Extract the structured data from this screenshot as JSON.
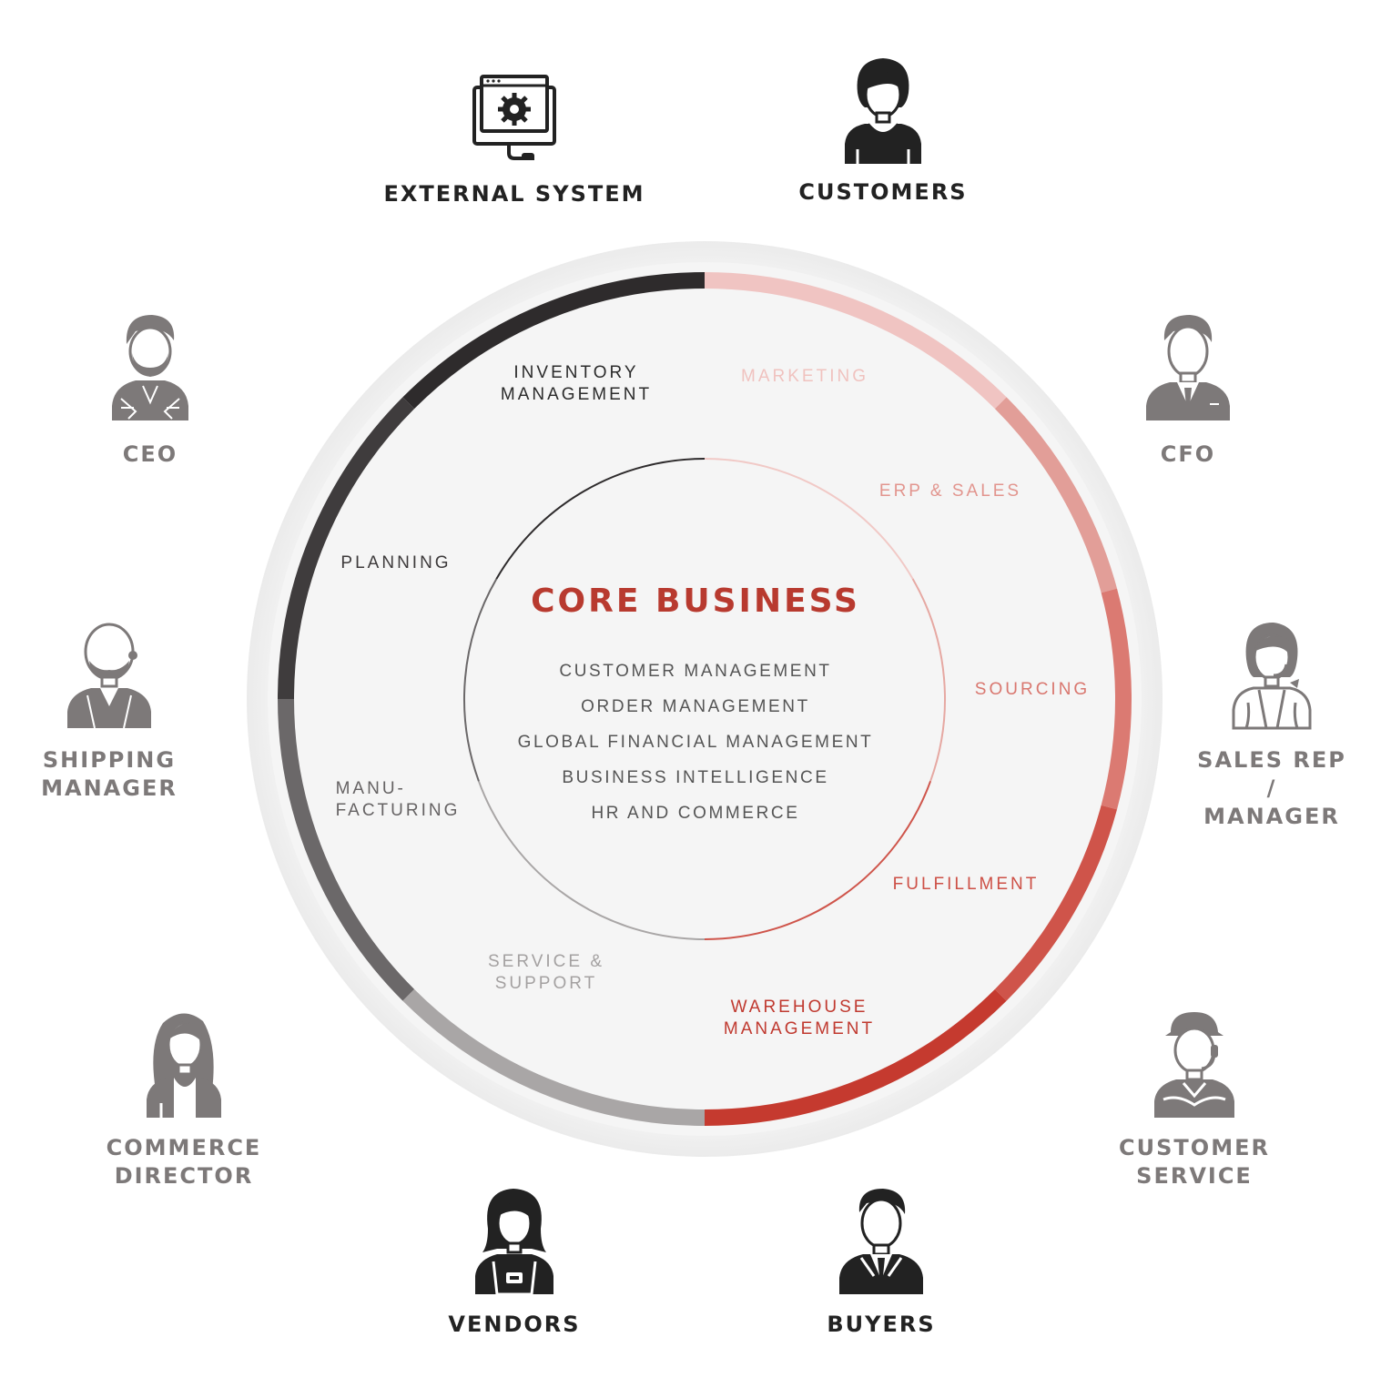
{
  "core": {
    "title": "CORE BUSINESS",
    "items": [
      "CUSTOMER MANAGEMENT",
      "ORDER MANAGEMENT",
      "GLOBAL FINANCIAL MANAGEMENT",
      "BUSINESS INTELLIGENCE",
      "HR AND COMMERCE"
    ],
    "title_color": "#b83a2f"
  },
  "segments": [
    {
      "key": "inventory",
      "label": "INVENTORY\nMANAGEMENT",
      "color": "#2e2b2c"
    },
    {
      "key": "marketing",
      "label": "MARKETING",
      "color": "#f0c4c2"
    },
    {
      "key": "erp",
      "label": "ERP & SALES",
      "color": "#e29e98"
    },
    {
      "key": "planning",
      "label": "PLANNING",
      "color": "#3f3c3d"
    },
    {
      "key": "sourcing",
      "label": "SOURCING",
      "color": "#db7a72"
    },
    {
      "key": "manufacturing",
      "label": "MANU-\nFACTURING",
      "color": "#6b6869"
    },
    {
      "key": "fulfillment",
      "label": "FULFILLMENT",
      "color": "#cf544a"
    },
    {
      "key": "service",
      "label": "SERVICE &\nSUPPORT",
      "color": "#a9a6a6"
    },
    {
      "key": "warehouse",
      "label": "WAREHOUSE\nMANAGEMENT",
      "color": "#c53a2f"
    }
  ],
  "personas": [
    {
      "key": "external-system",
      "label": "EXTERNAL SYSTEM",
      "icon": "monitor-gear-icon",
      "tone": "dark"
    },
    {
      "key": "customers",
      "label": "CUSTOMERS",
      "icon": "woman-necklace-icon",
      "tone": "dark"
    },
    {
      "key": "ceo",
      "label": "CEO",
      "icon": "bearded-man-icon",
      "tone": "grey"
    },
    {
      "key": "cfo",
      "label": "CFO",
      "icon": "man-suit-icon",
      "tone": "grey"
    },
    {
      "key": "shipping-manager",
      "label": "SHIPPING\nMANAGER",
      "icon": "bald-man-icon",
      "tone": "grey"
    },
    {
      "key": "sales-rep",
      "label": "SALES REP /\nMANAGER",
      "icon": "woman-headset-icon",
      "tone": "grey"
    },
    {
      "key": "commerce-director",
      "label": "COMMERCE\nDIRECTOR",
      "icon": "woman-long-hair-icon",
      "tone": "grey"
    },
    {
      "key": "customer-service",
      "label": "CUSTOMER\nSERVICE",
      "icon": "man-cap-headset-icon",
      "tone": "grey"
    },
    {
      "key": "vendors",
      "label": "VENDORS",
      "icon": "woman-apron-icon",
      "tone": "dark"
    },
    {
      "key": "buyers",
      "label": "BUYERS",
      "icon": "man-tie-icon",
      "tone": "dark"
    }
  ]
}
